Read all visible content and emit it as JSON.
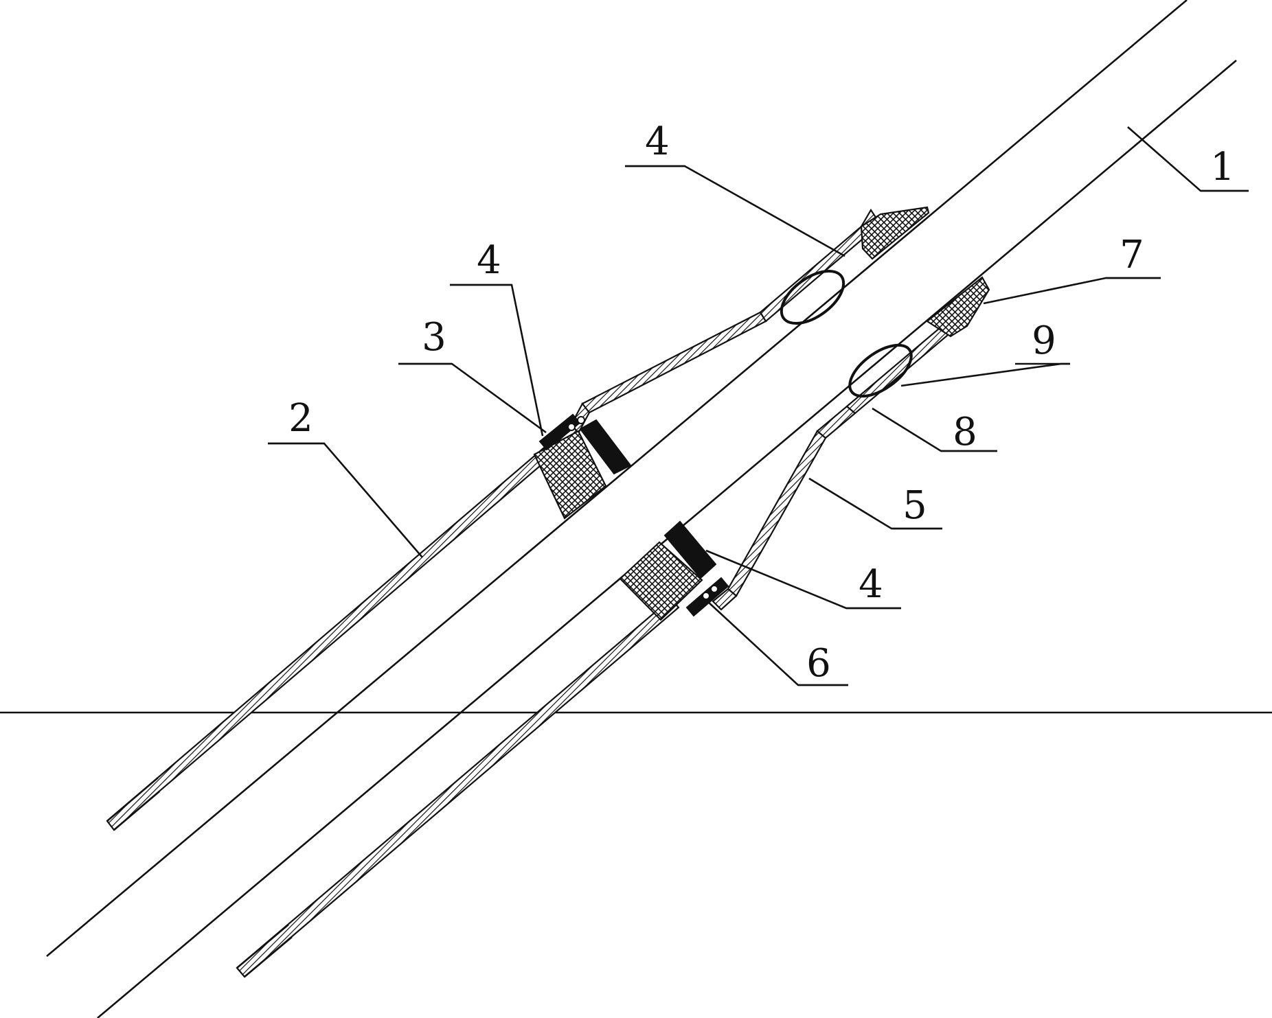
{
  "figure": {
    "labels": {
      "label_1": "1",
      "label_2": "2",
      "label_3": "3",
      "label_4_top": "4",
      "label_4_left": "4",
      "label_4_lower": "4",
      "label_5": "5",
      "label_6": "6",
      "label_7": "7",
      "label_8": "8",
      "label_9": "9"
    }
  }
}
